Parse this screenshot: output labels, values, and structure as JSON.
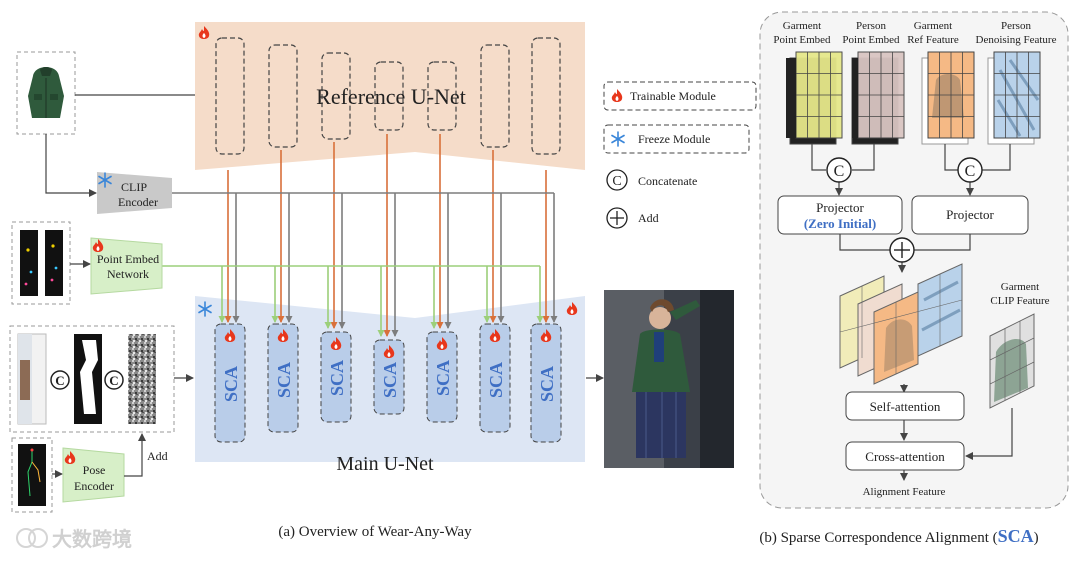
{
  "left": {
    "reference_unet": "Reference U-Net",
    "main_unet": "Main U-Net",
    "clip_encoder": [
      "CLIP",
      "Encoder"
    ],
    "point_embed_network": [
      "Point Embed",
      "Network"
    ],
    "pose_encoder": [
      "Pose",
      "Encoder"
    ],
    "add_label": "Add",
    "sca_label": "SCA",
    "caption": "(a) Overview of Wear-Any-Way"
  },
  "legend": {
    "trainable": "Trainable Module",
    "freeze": "Freeze Module",
    "concatenate": "Concatenate",
    "add": "Add",
    "concat_symbol": "C"
  },
  "right": {
    "inputs": [
      [
        "Garment",
        "Point Embed"
      ],
      [
        "Person",
        "Point Embed"
      ],
      [
        "Garment",
        "Ref Feature"
      ],
      [
        "Person",
        "Denoising Feature"
      ]
    ],
    "projector_left": "Projector",
    "zero_initial": "(Zero Initial)",
    "projector_right": "Projector",
    "garment_clip": [
      "Garment",
      "CLIP Feature"
    ],
    "self_attention": "Self-attention",
    "cross_attention": "Cross-attention",
    "alignment_feature": "Alignment  Feature",
    "caption_prefix": "(b) Sparse Correspondence Alignment (",
    "caption_sca": "SCA",
    "caption_suffix": ")"
  },
  "watermark": "大数跨境",
  "colors": {
    "reference_fill": "#f5dcc9",
    "main_fill": "#dde6f4",
    "trainable_flame": "#e8371c",
    "freeze_snow": "#3a86d9",
    "orange_arrow": "#d9703a",
    "gray_arrow": "#7d7d7d",
    "green_arrow": "#9ccf7a",
    "zero_initial": "#3f6fc4",
    "sca_caption": "#3f6fc4"
  }
}
